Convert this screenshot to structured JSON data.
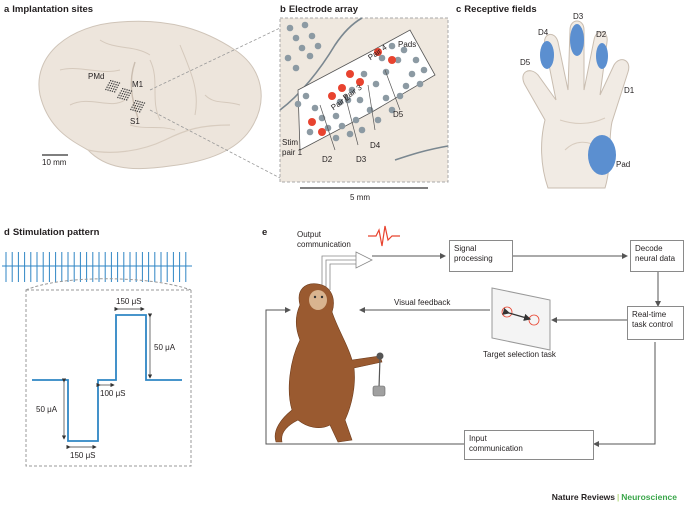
{
  "panels": {
    "a": {
      "letter": "a",
      "title": "Implantation sites",
      "labels": {
        "pmd": "PMd",
        "m1": "M1",
        "s1": "S1",
        "scale": "10 mm"
      }
    },
    "b": {
      "letter": "b",
      "title": "Electrode array",
      "labels": {
        "pads": "Pads",
        "pair4": "Pair 4",
        "pair3": "Pair 3",
        "pair2": "Pair 2",
        "stim1": "Stim",
        "stim2": "pair 1",
        "d2": "D2",
        "d3": "D3",
        "d4": "D4",
        "d5": "D5",
        "scale": "5 mm"
      }
    },
    "c": {
      "letter": "c",
      "title": "Receptive fields",
      "labels": {
        "d1": "D1",
        "d2": "D2",
        "d3": "D3",
        "d4": "D4",
        "d5": "D5",
        "pad": "Pad"
      }
    },
    "d": {
      "letter": "d",
      "title": "Stimulation pattern",
      "labels": {
        "w_top": "150 μS",
        "amp_right": "50 μA",
        "gap": "100 μS",
        "amp_left": "50 μA",
        "w_bottom": "150 μS"
      }
    },
    "e": {
      "letter": "e",
      "labels": {
        "output1": "Output",
        "output2": "communication",
        "signal": "Signal processing",
        "decode": "Decode neural data",
        "realtime": "Real-time task control",
        "visual": "Visual feedback",
        "target": "Target selection task",
        "input": "Input communication"
      }
    }
  },
  "credit": {
    "journal": "Nature Reviews",
    "separator": "|",
    "field": "Neuroscience"
  },
  "colors": {
    "blue": "#5b8fd0",
    "red": "#e8432f",
    "brain": "#ede5dc",
    "array_bg": "#efe8df",
    "monkey": "#9a5a30",
    "pulse": "#2f86c4",
    "grey": "#8c9aa3"
  }
}
